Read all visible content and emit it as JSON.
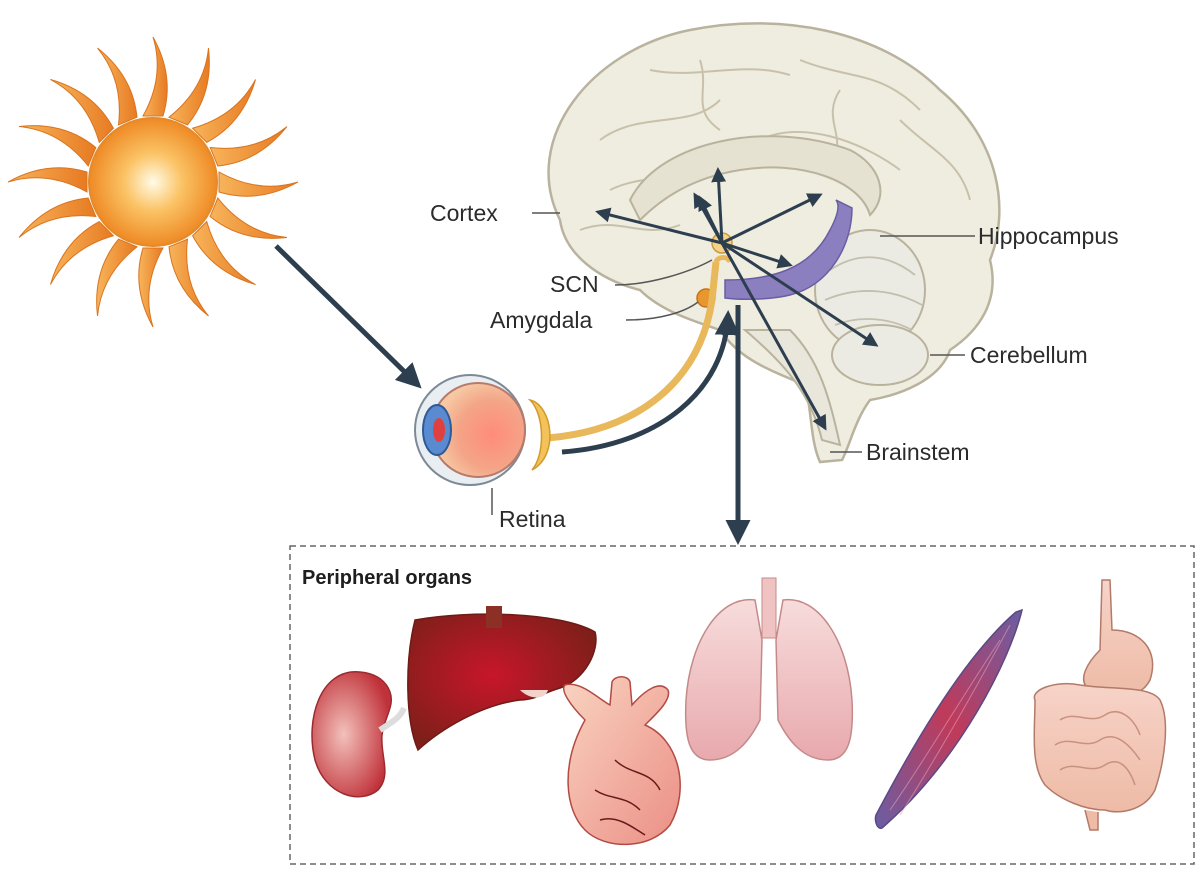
{
  "labels": {
    "cortex": "Cortex",
    "hippocampus": "Hippocampus",
    "scn": "SCN",
    "amygdala": "Amygdala",
    "cerebellum": "Cerebellum",
    "brainstem": "Brainstem",
    "retina": "Retina"
  },
  "peripheral": {
    "title": "Peripheral organs"
  },
  "colors": {
    "arrow": "#2d3e4e",
    "nerve": "#e8b85a",
    "brain_fill": "#efece0",
    "brain_line": "#b9b39d",
    "hippocampus": "#8b7fc0",
    "amygdala": "#e8962e",
    "sun_core": "#f7a431",
    "liver": "#9b1e1e",
    "kidney": "#c0323a",
    "lung": "#f0c3c3",
    "muscle": "#8a4a6e"
  }
}
